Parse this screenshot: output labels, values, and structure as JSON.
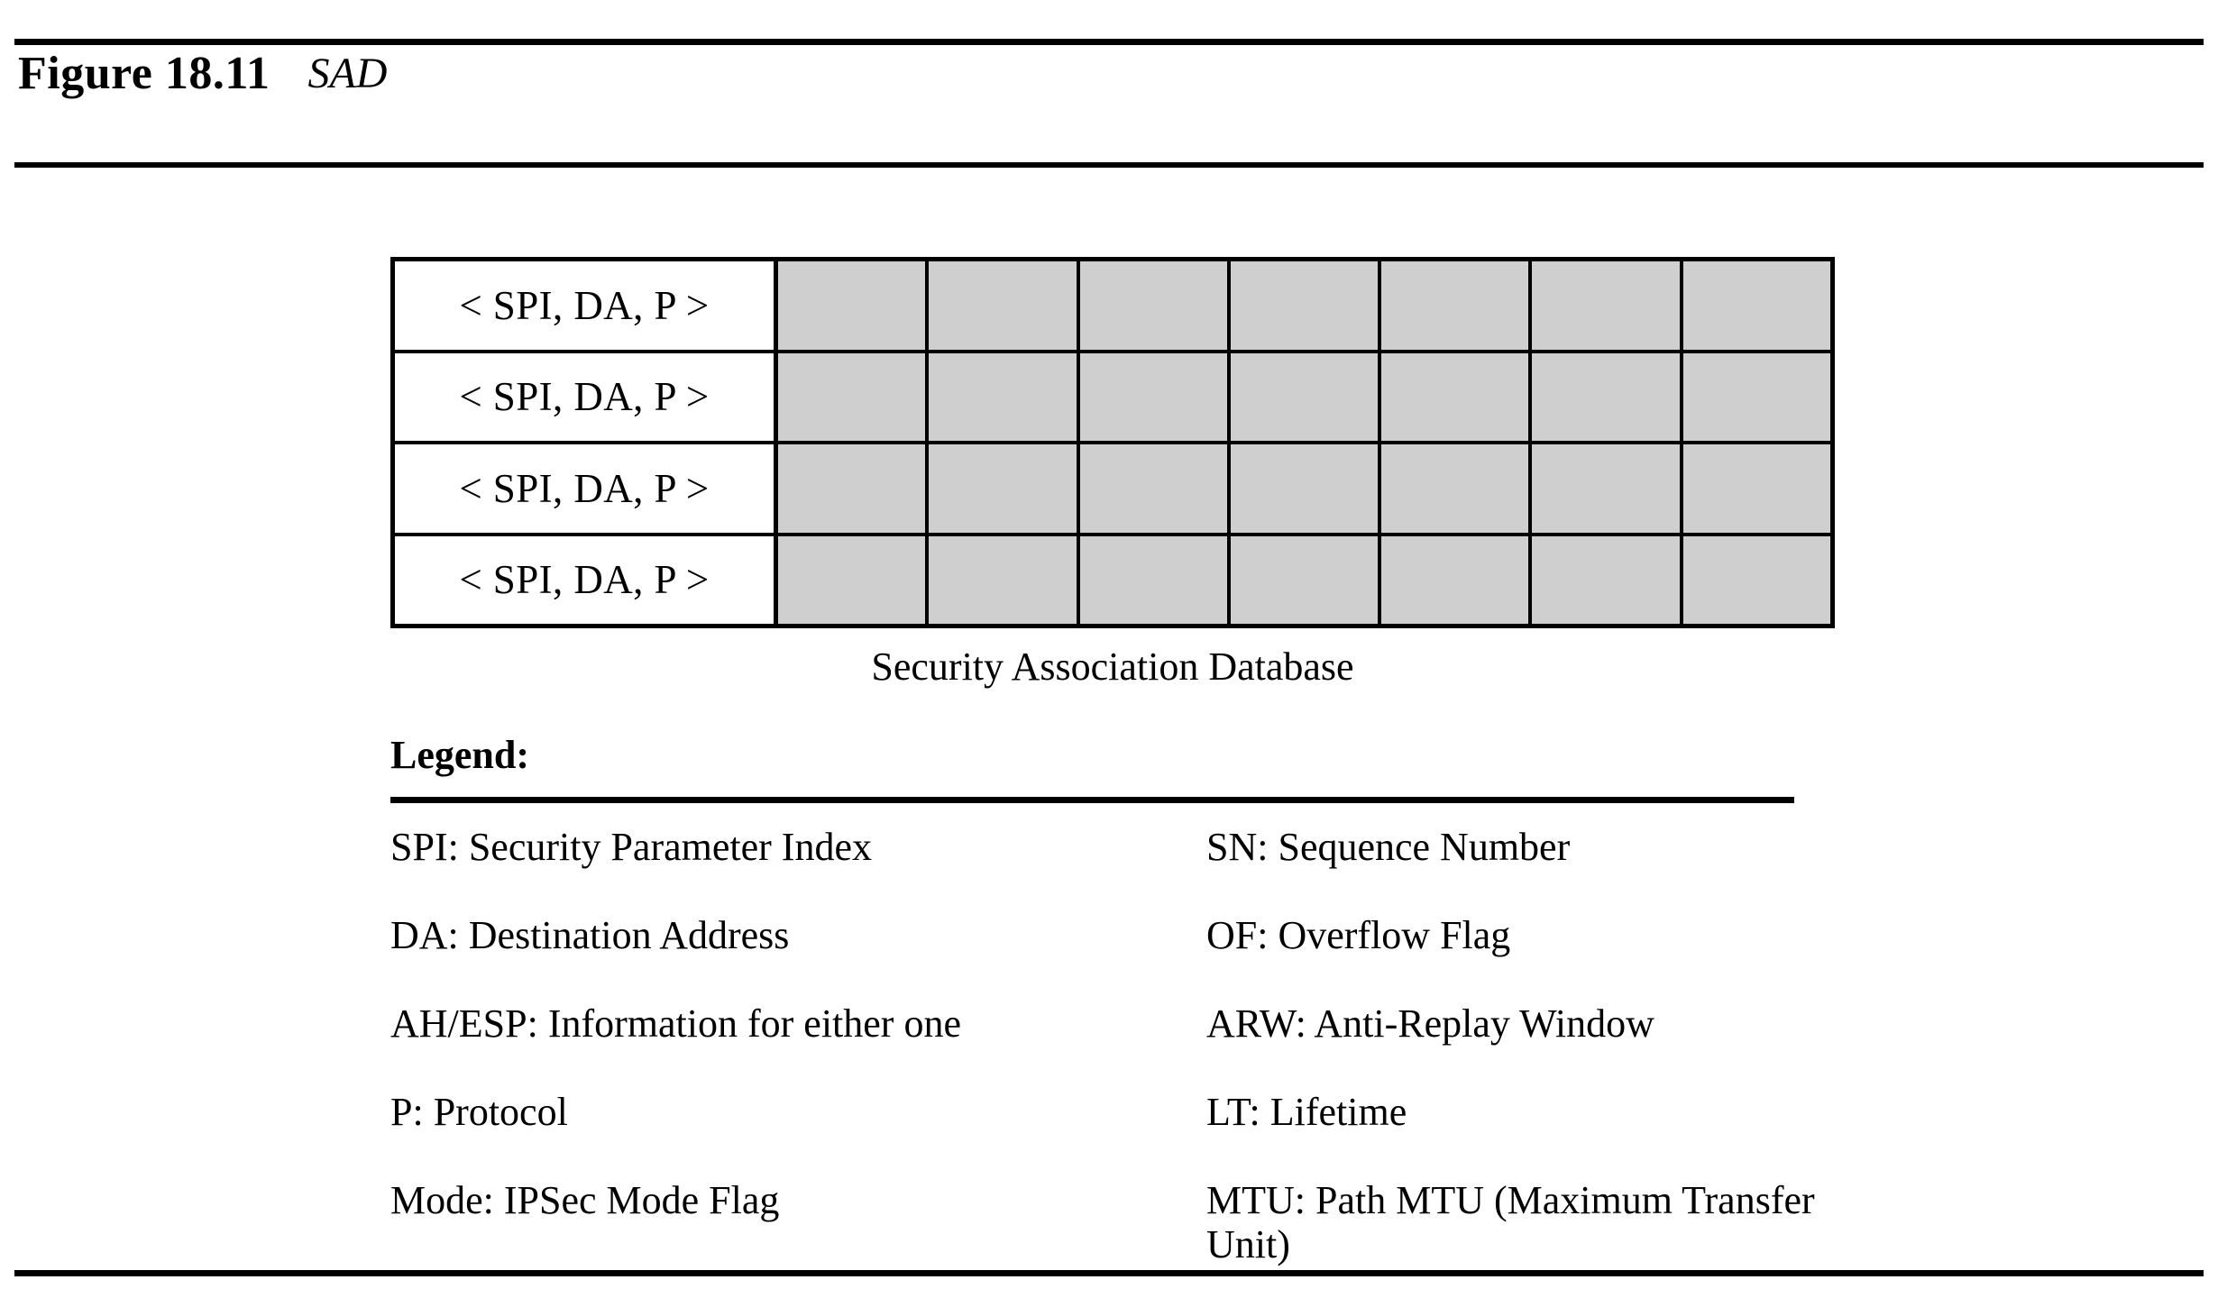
{
  "figure": {
    "label": "Figure 18.11",
    "name": "SAD"
  },
  "diagram": {
    "caption": "Security Association Database",
    "table": {
      "key_column_label": "< SPI, DA, P >",
      "row_count": 4,
      "data_column_count": 7,
      "rows": [
        {
          "key": "< SPI, DA, P >",
          "cells": [
            "",
            "",
            "",
            "",
            "",
            "",
            ""
          ]
        },
        {
          "key": "< SPI, DA, P >",
          "cells": [
            "",
            "",
            "",
            "",
            "",
            "",
            ""
          ]
        },
        {
          "key": "< SPI, DA, P >",
          "cells": [
            "",
            "",
            "",
            "",
            "",
            "",
            ""
          ]
        },
        {
          "key": "< SPI, DA, P >",
          "cells": [
            "",
            "",
            "",
            "",
            "",
            "",
            ""
          ]
        }
      ]
    },
    "colors": {
      "data_cell_fill": "#cfcfcf",
      "key_cell_fill": "#ffffff",
      "border": "#000000"
    }
  },
  "legend": {
    "heading": "Legend:",
    "left_column": [
      "SPI: Security Parameter Index",
      "DA: Destination Address",
      "AH/ESP: Information for either one",
      "P: Protocol",
      "Mode: IPSec Mode Flag"
    ],
    "right_column": [
      "SN: Sequence Number",
      "OF: Overflow Flag",
      "ARW: Anti-Replay Window",
      "LT: Lifetime",
      "MTU: Path MTU (Maximum Transfer Unit)"
    ]
  }
}
